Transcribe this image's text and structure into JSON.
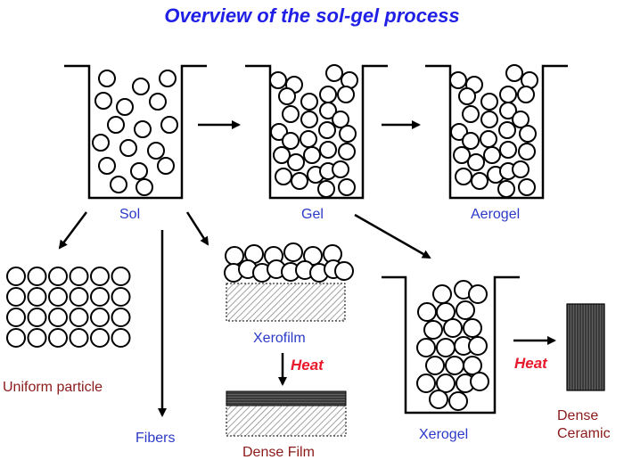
{
  "title": "Overview of the sol-gel process",
  "colors": {
    "title": "#1f1fe6",
    "label_blue": "#2a39c8",
    "label_red": "#8b1a1a",
    "heat": "#e8192c",
    "ink": "#000000",
    "hatch_gray": "#8a8a8a",
    "dark_layer": "#3a3a3a"
  },
  "labels": {
    "sol": "Sol",
    "gel": "Gel",
    "aerogel": "Aerogel",
    "uniform_particle": "Uniform particle",
    "fibers": "Fibers",
    "xerofilm": "Xerofilm",
    "heat_film": "Heat",
    "dense_film": "Dense Film",
    "xerogel": "Xerogel",
    "heat_ceramic": "Heat",
    "dense_ceramic_line1": "Dense",
    "dense_ceramic_line2": "Ceramic"
  }
}
